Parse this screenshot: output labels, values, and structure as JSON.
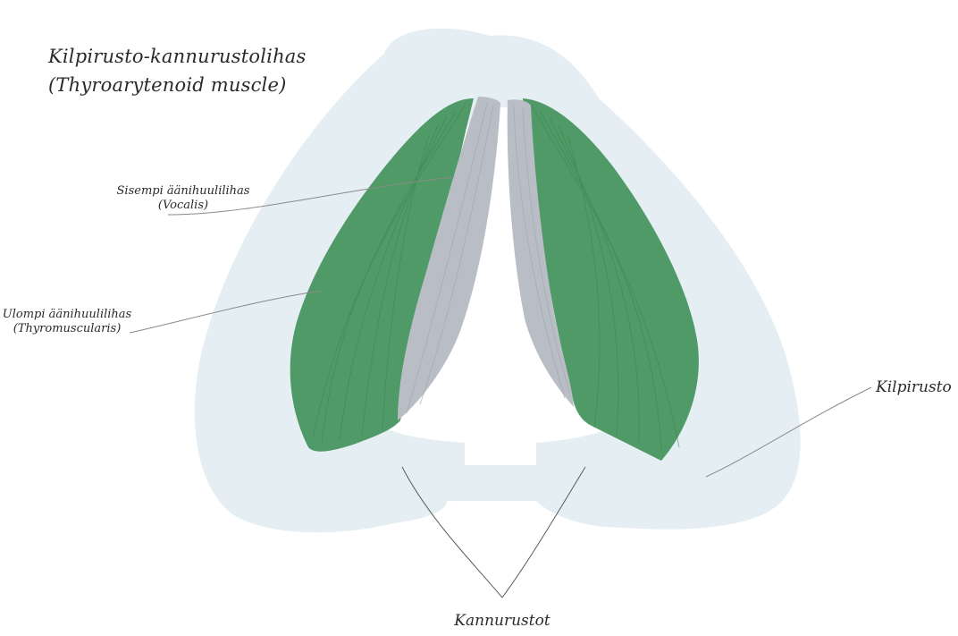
{
  "title": {
    "line1": "Kilpirusto-kannurustolihas",
    "line2": "(Thyroarytenoid muscle)"
  },
  "labels": {
    "vocalis_line1": "Sisempi äänihuulilihas",
    "vocalis_line2": "(Vocalis)",
    "thyromuscularis_line1": "Ulompi äänihuulilihas",
    "thyromuscularis_line2": "(Thyromuscularis)",
    "thyroid": "Kilpirusto",
    "arytenoids": "Kannurustot"
  },
  "colors": {
    "cartilage": "#e4eef3",
    "thyromuscularis": "#4f9a66",
    "thyromuscularis_fiber": "#3d8554",
    "vocalis": "#b9bec6",
    "vocalis_fiber": "#a3a9b2",
    "leader_line": "#8a8a8a",
    "text": "#2a2a2a"
  }
}
